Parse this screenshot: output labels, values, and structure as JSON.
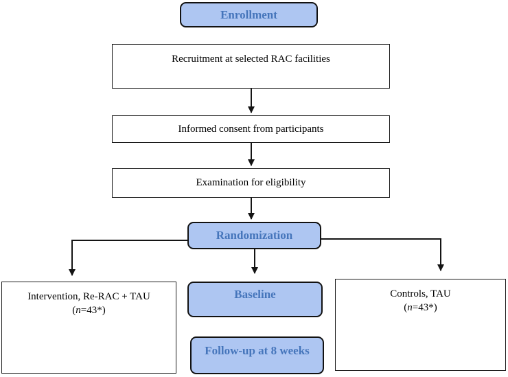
{
  "figure": {
    "type": "flowchart",
    "description": "Study enrollment and randomization flow diagram"
  },
  "palette": {
    "stage_box_fill": "#aec6f2",
    "stage_box_text": "#4575bb",
    "stage_box_border": "#121212",
    "process_box_fill": "#ffffff",
    "process_box_border": "#1a1a1a",
    "process_box_text": "#000000",
    "connector_color": "#141414"
  },
  "nodes": {
    "enrollment": {
      "label": "Enrollment"
    },
    "recruitment": {
      "label": "Recruitment at selected RAC facilities"
    },
    "consent": {
      "label": "Informed consent from participants"
    },
    "eligibility": {
      "label": "Examination for eligibility"
    },
    "randomization": {
      "label": "Randomization"
    },
    "intervention": {
      "line1": "Intervention, Re-RAC + TAU",
      "count_open": "(",
      "count_italic": "n",
      "count_rest": "=43*)"
    },
    "baseline": {
      "label": "Baseline"
    },
    "controls": {
      "line1": "Controls, TAU",
      "count_open": "(",
      "count_italic": "n",
      "count_rest": "=43*)"
    },
    "followup": {
      "label": "Follow-up at 8 weeks"
    }
  }
}
